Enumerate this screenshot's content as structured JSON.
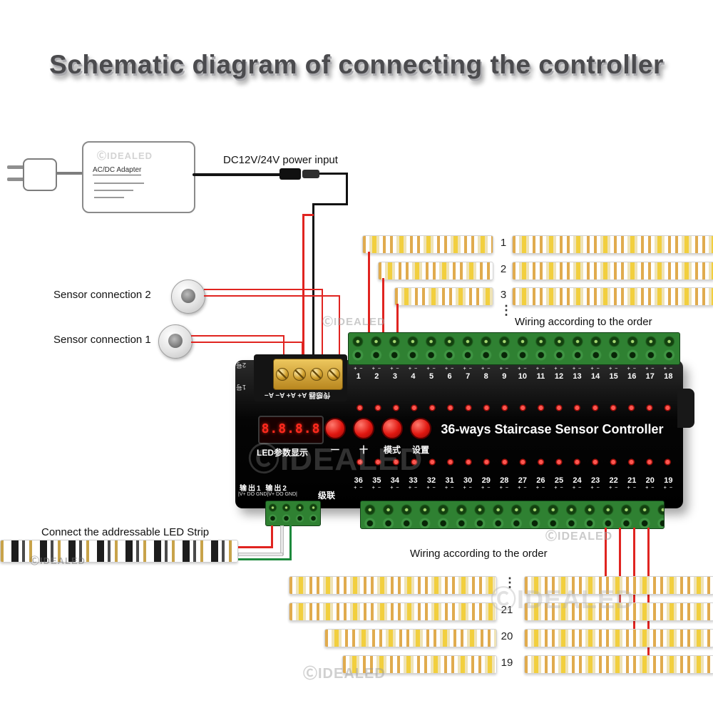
{
  "title": "Schematic diagram of connecting the controller",
  "adapter": {
    "label": "AC/DC Adapter",
    "watermark": "ⒸIDEALED"
  },
  "power_input_label": "DC12V/24V power input",
  "sensor_connections": {
    "sensor2_label": "Sensor connection 2",
    "sensor1_label": "Sensor connection 1"
  },
  "controller": {
    "name": "36-ways Staircase Sensor Controller",
    "display_value": "8.8.8.8",
    "display_label": "LED参数显示",
    "buttons": [
      "一",
      "十",
      "模式",
      "设置"
    ],
    "top_terminal_numbers": [
      "1",
      "2",
      "3",
      "4",
      "5",
      "6",
      "7",
      "8",
      "9",
      "10",
      "11",
      "12",
      "13",
      "14",
      "15",
      "16",
      "17",
      "18"
    ],
    "bottom_terminal_numbers": [
      "36",
      "35",
      "34",
      "33",
      "32",
      "31",
      "30",
      "29",
      "28",
      "27",
      "26",
      "25",
      "24",
      "23",
      "22",
      "21",
      "20",
      "19"
    ],
    "sensor_port": {
      "label_flipped": "传感器 A+ A+ A− A−",
      "side_labels": [
        "2号",
        "1号"
      ]
    },
    "output_area": {
      "out_labels": "输出1  输出2",
      "pin_labels": "|V+ DO GND|V+ DO GND|",
      "cascade_label": "级联"
    }
  },
  "top_strips": {
    "numbers": [
      "1",
      "2",
      "3"
    ],
    "ellipsis": "⋮",
    "note": "Wiring according to the order"
  },
  "bottom_strips": {
    "numbers": [
      "21",
      "20",
      "19"
    ],
    "ellipsis": "⋮",
    "note": "Wiring according to the order"
  },
  "led_strip_label": "Connect the addressable LED Strip",
  "watermark": "ⒸIDEALED"
}
